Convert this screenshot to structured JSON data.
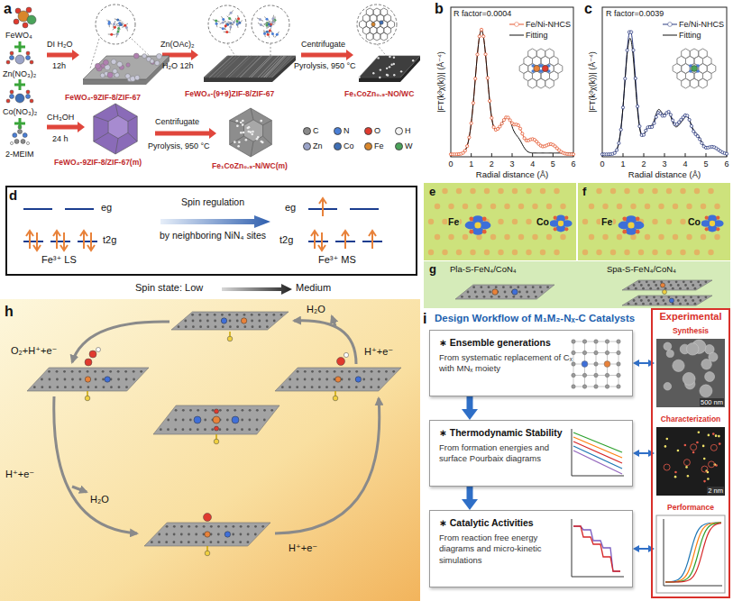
{
  "diagram": {
    "nodes": [
      {
        "text": [
          "d",
          "eg",
          "t2g",
          "Spin regulation",
          "by neighboring NiN₄ sites",
          "eg",
          "t2g",
          "Fe³⁺ LS",
          "Fe³⁺ MS"
        ]
      },
      {
        "text": [
          "∗ Ensemble generations",
          "From systematic replacement of Cₓ with MNₓ moiety"
        ]
      },
      {
        "text": [
          "∗ Thermodynamic Stability",
          "From formation energies and surface Pourbaix diagrams"
        ]
      },
      {
        "text": [
          "∗ Catalytic Activities",
          "From reaction free energy diagrams and micro-kinetic simulations"
        ]
      },
      {
        "text": [
          "Experimental"
        ]
      },
      {
        "text": [
          "Synthesis",
          "500 nm"
        ],
        "in": 4
      },
      {
        "text": [
          "Characterization",
          "2 nm"
        ],
        "in": 4
      },
      {
        "text": [
          "Performance"
        ],
        "in": 4
      }
    ],
    "edges": [
      {
        "from": 1,
        "to": 2,
        "arrow": "to"
      },
      {
        "from": 2,
        "to": 3,
        "arrow": "to"
      },
      {
        "from": 1,
        "to": 5,
        "arrow": "both"
      },
      {
        "from": 2,
        "to": 6,
        "arrow": "both"
      },
      {
        "from": 3,
        "to": 7,
        "arrow": "both"
      }
    ],
    "labels": [
      "a",
      "FeWO₄",
      "Zn(NO₃)₂",
      "Co(NO₃)₂",
      "2-MEIM",
      "DI H₂O",
      "12h",
      "FeWO₄-9ZIF-8/ZIF-67",
      "Zn(OAc)₂",
      "H₂O 12h",
      "FeWO₄-(9+9)ZIF-8/ZIF-67",
      "Centrifugate",
      "Pyrolysis, 950 °C",
      "Fe₁CoZn₀.₉-NO/WC",
      "CH₃OH",
      "24 h",
      "FeWO₄-9ZIF-8/ZIF-67(m)",
      "Centrifugate",
      "Pyrolysis, 950 °C",
      "Fe₁CoZn₀.₉-N/WC(m)",
      "b",
      "R factor=0.0004",
      "|FT(k³χ(k))| (Å⁻⁴)",
      "Radial distance (Å)",
      "0",
      "1",
      "2",
      "3",
      "4",
      "5",
      "6",
      "c",
      "R factor=0.0039",
      "|FT(k³χ(k))| (Å⁻⁴)",
      "Radial distance (Å)",
      "0",
      "1",
      "2",
      "3",
      "4",
      "5",
      "6",
      "Spin state: Low",
      "Medium",
      "e",
      "Fe",
      "Co",
      "f",
      "Fe",
      "Co",
      "g",
      "Pla-S-FeN₄/CoN₄",
      "Spa-S-FeN₄/CoN₄",
      "h",
      "H₂O",
      "O₂+H⁺+e⁻",
      "H⁺+e⁻",
      "H⁺+e⁻",
      "H₂O",
      "H⁺+e⁻",
      "i",
      "Design Workflow of M₁M₂-Nₓ-C Catalysts"
    ],
    "legend": [
      {
        "text": "C",
        "color": "#8a8a8a"
      },
      {
        "text": "N",
        "color": "#4a7fd6"
      },
      {
        "text": "O",
        "color": "#e03a2e"
      },
      {
        "text": "H",
        "color": "#f4f4f4"
      },
      {
        "text": "Zn",
        "color": "#9aa3c8"
      },
      {
        "text": "Co",
        "color": "#3f6fb5"
      },
      {
        "text": "Fe",
        "color": "#d9862b"
      },
      {
        "text": "W",
        "color": "#4aa35a"
      },
      {
        "text": "Fe/Ni-NHCS"
      },
      {
        "text": "Fitting"
      },
      {
        "text": "Fe/Ni-NHCS"
      },
      {
        "text": "Fitting"
      }
    ]
  }
}
